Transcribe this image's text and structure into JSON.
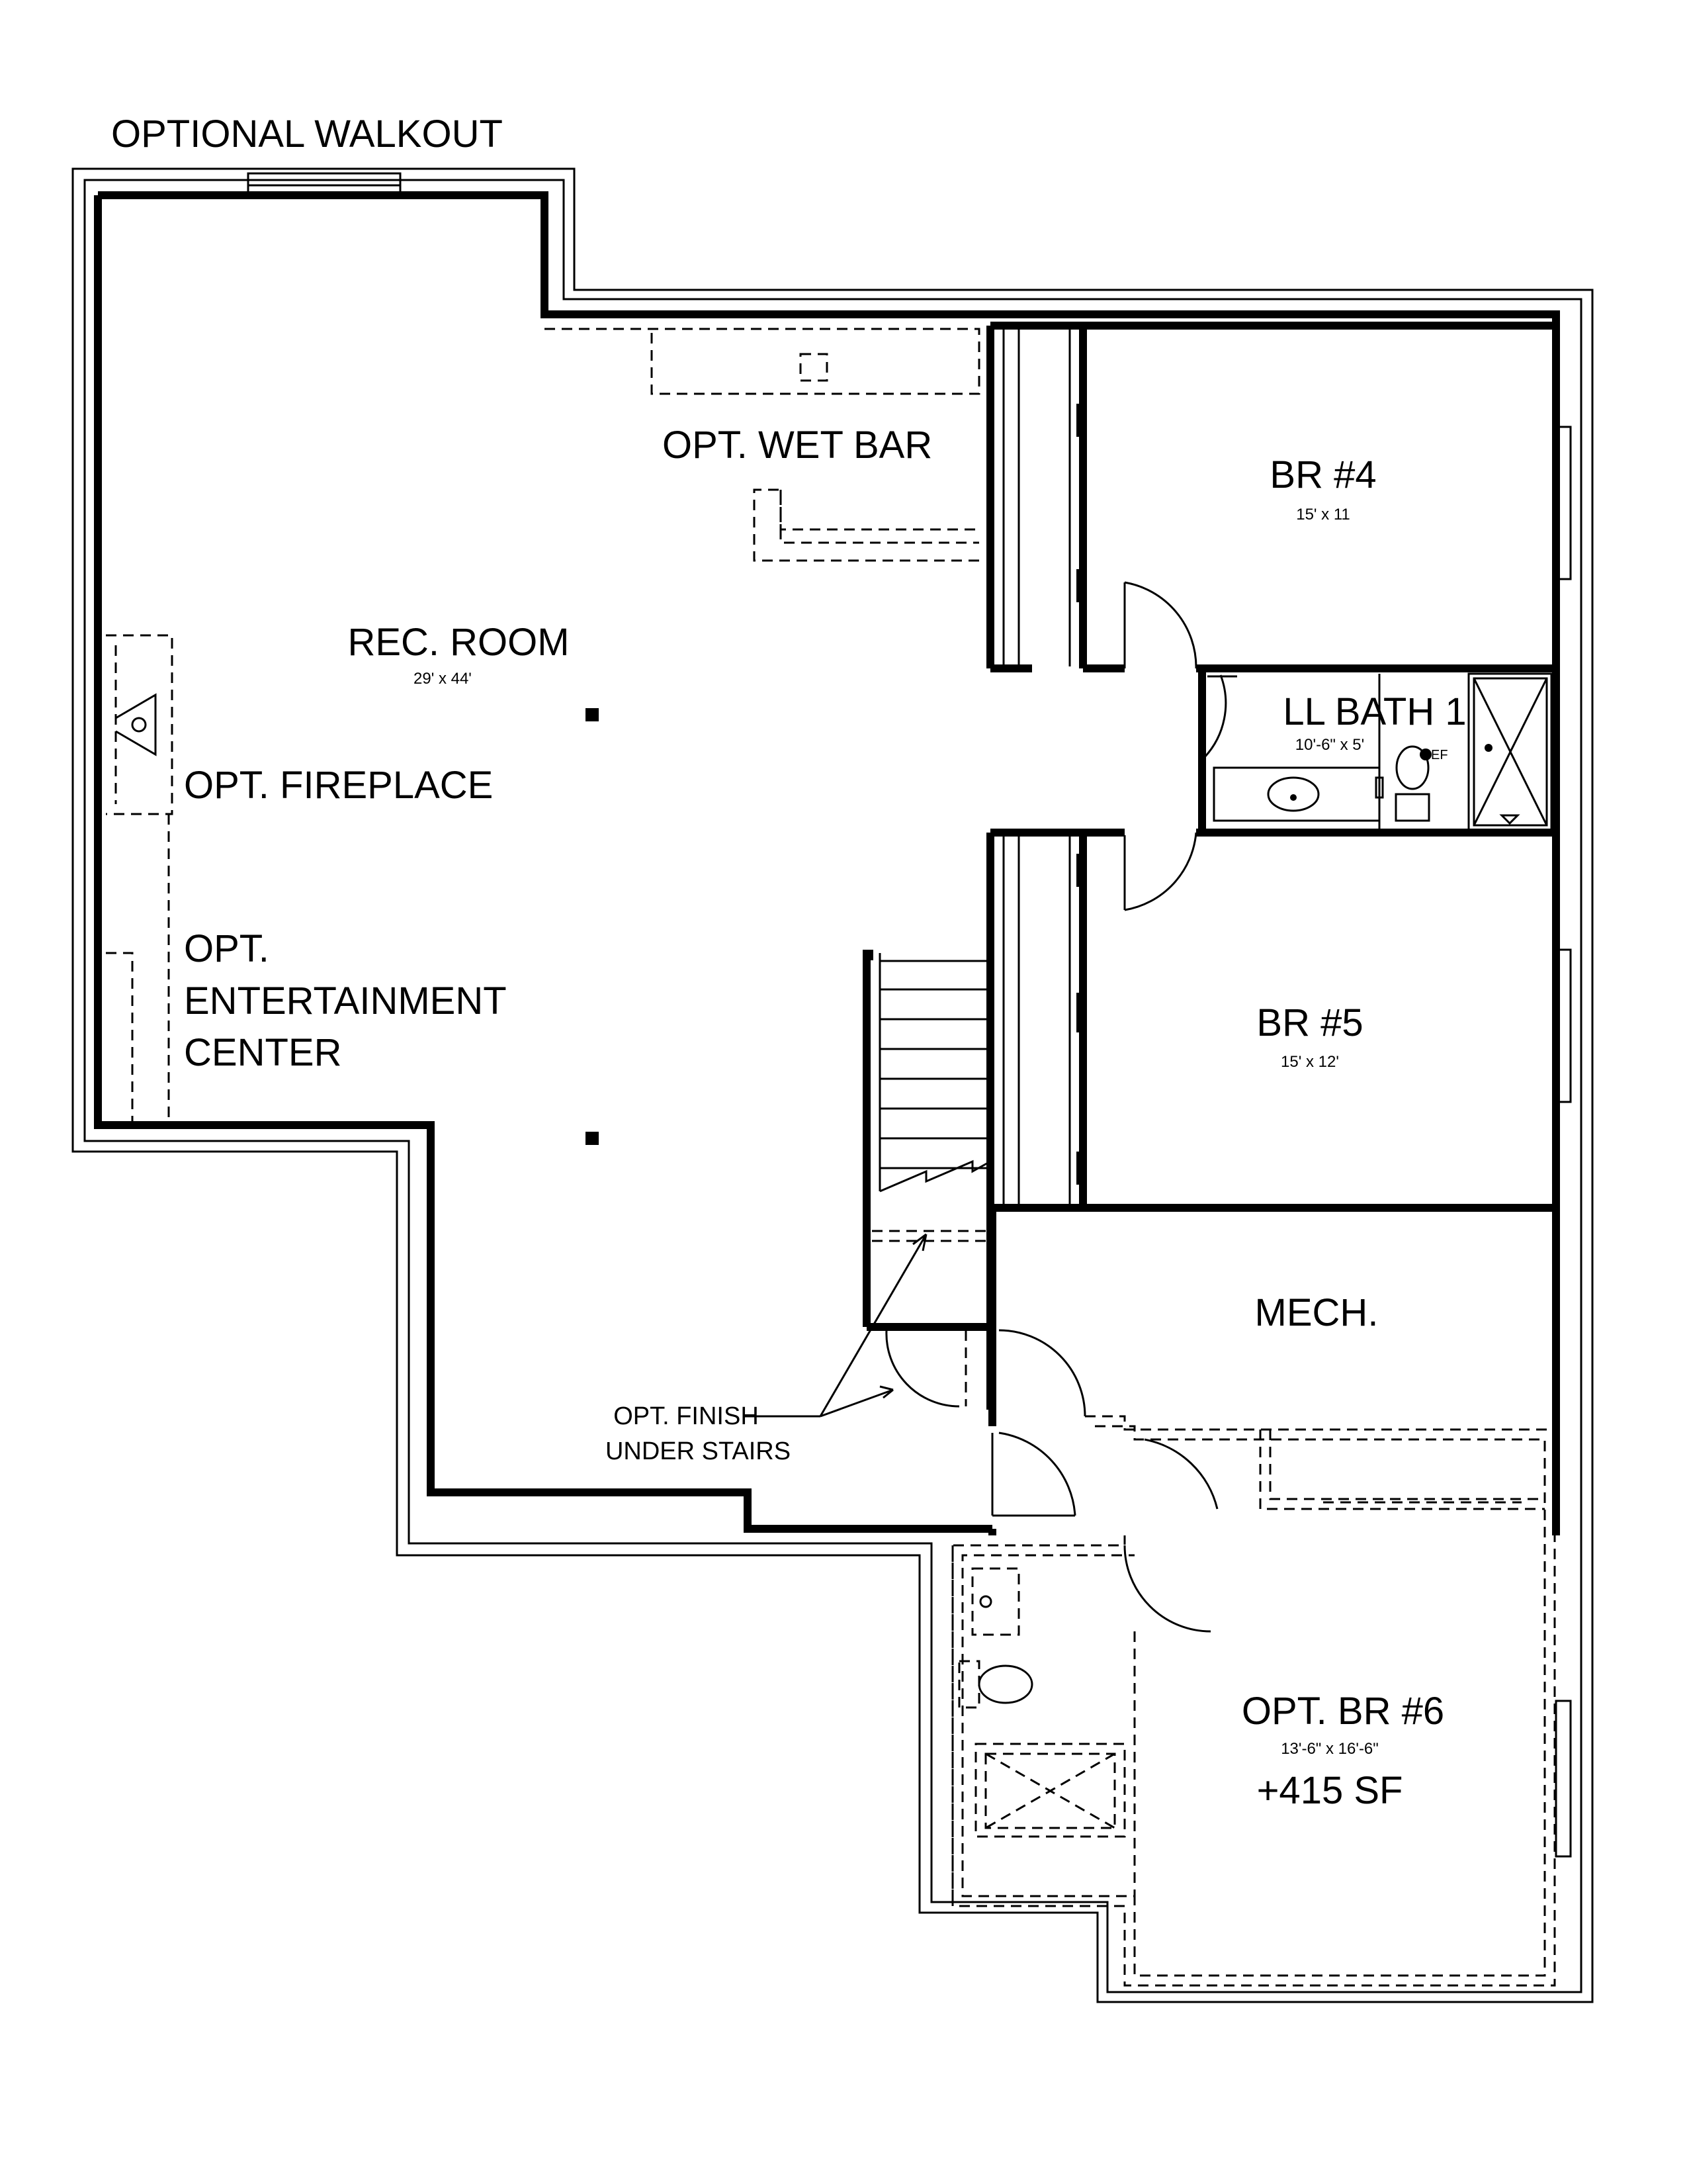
{
  "header": {
    "walkout_label": "OPTIONAL WALKOUT"
  },
  "rooms": {
    "rec_room": {
      "name": "REC. ROOM",
      "dims": "29' x 44'"
    },
    "br4": {
      "name": "BR #4",
      "dims": "15' x 11"
    },
    "ll_bath": {
      "name": "LL BATH 1",
      "dims": "10'-6\" x 5'"
    },
    "br5": {
      "name": "BR #5",
      "dims": "15' x 12'"
    },
    "mech": {
      "name": "MECH."
    },
    "br6": {
      "name": "OPT. BR #6",
      "dims": "13'-6\" x 16'-6\"",
      "area": "+415 SF"
    }
  },
  "options": {
    "wet_bar": "OPT. WET BAR",
    "fireplace": "OPT. FIREPLACE",
    "entertainment_line1": "OPT.",
    "entertainment_line2": "ENTERTAINMENT",
    "entertainment_line3": "CENTER",
    "finish_stairs_line1": "OPT. FINISH",
    "finish_stairs_line2": "UNDER STAIRS"
  },
  "fixture_labels": {
    "ef": "EF"
  }
}
